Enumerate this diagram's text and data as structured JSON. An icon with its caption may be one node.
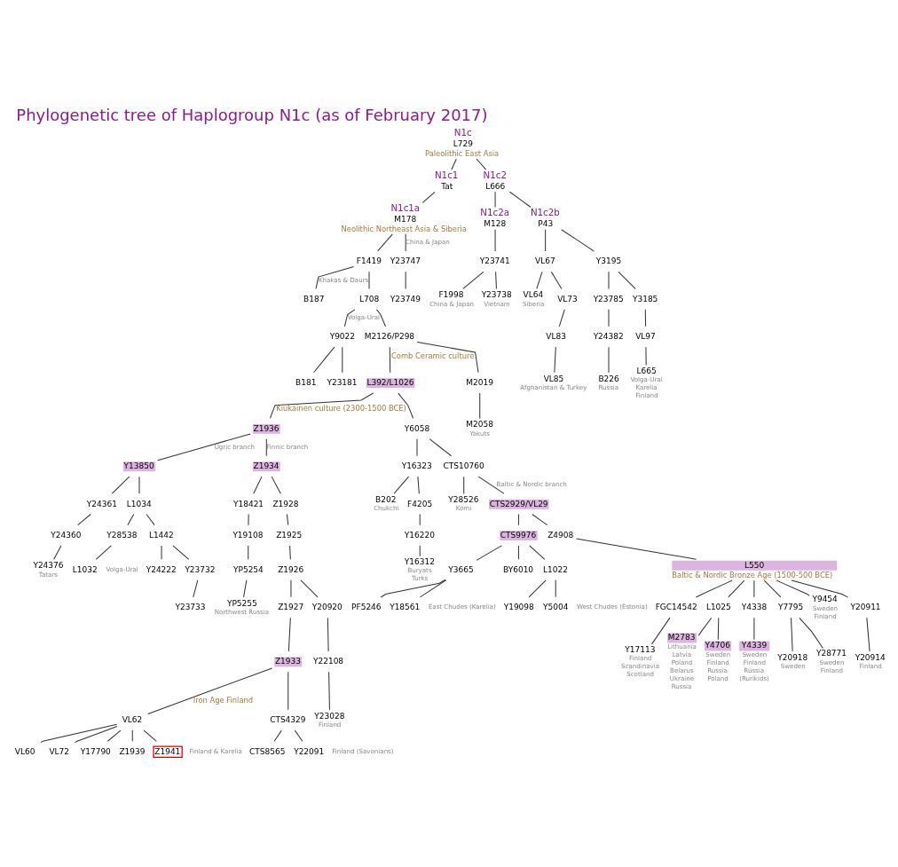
{
  "diagram": {
    "title": "Phylogenetic tree of Haplogroup N1c (as of February 2017)",
    "nodes": [
      {
        "text": [
          "N1c",
          "L729"
        ],
        "beside": [
          "Paleolithic East Asia"
        ]
      },
      {
        "text": [
          "N1c1",
          "Tat"
        ]
      },
      {
        "text": [
          "N1c2",
          "L666"
        ]
      },
      {
        "text": [
          "N1c1a",
          "M178"
        ],
        "beside": [
          "Neolithic Northeast Asia & Siberia"
        ]
      },
      {
        "text": [
          "N1c2a",
          "M128"
        ]
      },
      {
        "text": [
          "N1c2b",
          "P43"
        ]
      },
      {
        "text": [
          "F1419"
        ]
      },
      {
        "text": [
          "Y23747"
        ]
      },
      {
        "text": [
          "Y23741"
        ]
      },
      {
        "text": [
          "VL67"
        ]
      },
      {
        "text": [
          "Y3195"
        ]
      },
      {
        "text": [
          "B187"
        ]
      },
      {
        "text": [
          "L708"
        ]
      },
      {
        "text": [
          "Y23749"
        ]
      },
      {
        "text": [
          "F1998"
        ],
        "beside": [
          "China & Japan"
        ]
      },
      {
        "text": [
          "Y23738"
        ],
        "beside": [
          "Vietnam"
        ]
      },
      {
        "text": [
          "VL64"
        ],
        "beside": [
          "Siberia"
        ]
      },
      {
        "text": [
          "VL73"
        ]
      },
      {
        "text": [
          "Y23785"
        ]
      },
      {
        "text": [
          "Y3185"
        ]
      },
      {
        "text": [
          "Y9022"
        ]
      },
      {
        "text": [
          "M2126/P298"
        ]
      },
      {
        "text": [
          "VL83"
        ]
      },
      {
        "text": [
          "Y24382"
        ]
      },
      {
        "text": [
          "VL97"
        ]
      },
      {
        "text": [
          "B181"
        ]
      },
      {
        "text": [
          "Y23181"
        ]
      },
      {
        "text": [
          "L392/L1026"
        ]
      },
      {
        "text": [
          "M2019"
        ]
      },
      {
        "text": [
          "VL85"
        ],
        "beside": [
          "Afghanistan & Turkey"
        ]
      },
      {
        "text": [
          "B226"
        ],
        "beside": [
          "Russia"
        ]
      },
      {
        "text": [
          "L665"
        ],
        "beside": [
          "Volga-Ural",
          "Karelia",
          "Finland"
        ]
      },
      {
        "text": [
          "Z1936"
        ]
      },
      {
        "text": [
          "Y6058"
        ]
      },
      {
        "text": [
          "M2058"
        ],
        "beside": [
          "Yakuts"
        ]
      },
      {
        "text": [
          "Y13850"
        ]
      },
      {
        "text": [
          "Z1934"
        ]
      },
      {
        "text": [
          "Y16323"
        ]
      },
      {
        "text": [
          "CTS10760"
        ]
      },
      {
        "text": [
          "Y24361"
        ]
      },
      {
        "text": [
          "L1034"
        ]
      },
      {
        "text": [
          "Y18421"
        ]
      },
      {
        "text": [
          "Z1928"
        ]
      },
      {
        "text": [
          "B202"
        ],
        "beside": [
          "Chukchi"
        ]
      },
      {
        "text": [
          "F4205"
        ]
      },
      {
        "text": [
          "Y28526"
        ],
        "beside": [
          "Komi"
        ]
      },
      {
        "text": [
          "CTS2929/VL29"
        ]
      },
      {
        "text": [
          "Y24360"
        ]
      },
      {
        "text": [
          "Y28538"
        ]
      },
      {
        "text": [
          "L1442"
        ]
      },
      {
        "text": [
          "Y19108"
        ]
      },
      {
        "text": [
          "Z1925"
        ]
      },
      {
        "text": [
          "Y16220"
        ]
      },
      {
        "text": [
          "CTS9976"
        ]
      },
      {
        "text": [
          "Z4908"
        ]
      },
      {
        "text": [
          "Y24376"
        ],
        "beside": [
          "Tatars"
        ]
      },
      {
        "text": [
          "L1032"
        ]
      },
      {
        "text": [
          "Y24222"
        ]
      },
      {
        "text": [
          "Y23732"
        ]
      },
      {
        "text": [
          "YP5254"
        ]
      },
      {
        "text": [
          "Z1926"
        ]
      },
      {
        "text": [
          "Y16312"
        ],
        "beside": [
          "Buryats",
          "Turks"
        ]
      },
      {
        "text": [
          "Y3665"
        ]
      },
      {
        "text": [
          "BY6010"
        ]
      },
      {
        "text": [
          "L1022"
        ]
      },
      {
        "text": [
          "L550"
        ],
        "beside": [
          "Baltic & Nordic Bronze Age (1500-500 BCE)"
        ]
      },
      {
        "text": [
          "Y23733"
        ]
      },
      {
        "text": [
          "YP5255"
        ],
        "beside": [
          "Northwest Russia"
        ]
      },
      {
        "text": [
          "Z1927"
        ]
      },
      {
        "text": [
          "Y20920"
        ]
      },
      {
        "text": [
          "PF5246"
        ]
      },
      {
        "text": [
          "Y18561"
        ]
      },
      {
        "text": [
          "Y19098"
        ]
      },
      {
        "text": [
          "Y5004"
        ]
      },
      {
        "text": [
          "FGC14542"
        ]
      },
      {
        "text": [
          "L1025"
        ]
      },
      {
        "text": [
          "Y4338"
        ]
      },
      {
        "text": [
          "Y7795"
        ]
      },
      {
        "text": [
          "Y9454"
        ],
        "beside": [
          "Sweden",
          "Finland"
        ]
      },
      {
        "text": [
          "Y20911"
        ]
      },
      {
        "text": [
          "Z1933"
        ]
      },
      {
        "text": [
          "Y22108"
        ]
      },
      {
        "text": [
          "Y17113"
        ],
        "beside": [
          "Finland",
          "Scandinavia",
          "Scotland"
        ]
      },
      {
        "text": [
          "M2783"
        ],
        "beside": [
          "Lithuania",
          "Latvia",
          "Poland",
          "Belarus",
          "Ukraine",
          "Russia"
        ]
      },
      {
        "text": [
          "Y4706"
        ],
        "beside": [
          "Sweden",
          "Finland",
          "Russia",
          "Poland"
        ]
      },
      {
        "text": [
          "Y4339"
        ],
        "beside": [
          "Sweden",
          "Finland",
          "Russia",
          "(Rurikids)"
        ]
      },
      {
        "text": [
          "Y20918"
        ],
        "beside": [
          "Sweden"
        ]
      },
      {
        "text": [
          "Y28771"
        ],
        "beside": [
          "Sweden",
          "Finland"
        ]
      },
      {
        "text": [
          "Y20914"
        ],
        "beside": [
          "Finland"
        ]
      },
      {
        "text": [
          "VL62"
        ]
      },
      {
        "text": [
          "CTS4329"
        ]
      },
      {
        "text": [
          "Y23028"
        ],
        "beside": [
          "Finland"
        ]
      },
      {
        "text": [
          "VL60"
        ]
      },
      {
        "text": [
          "VL72"
        ]
      },
      {
        "text": [
          "Y17790"
        ]
      },
      {
        "text": [
          "Z1939"
        ]
      },
      {
        "text": [
          "Z1941"
        ]
      },
      {
        "text": [
          "CTS8565"
        ]
      },
      {
        "text": [
          "Y22091"
        ]
      }
    ],
    "edges": [
      {
        "from": 0,
        "to": 1,
        "arrow": "none"
      },
      {
        "from": 0,
        "to": 2,
        "arrow": "none"
      },
      {
        "from": 1,
        "to": 3,
        "arrow": "none"
      },
      {
        "from": 2,
        "to": 4,
        "arrow": "none"
      },
      {
        "from": 2,
        "to": 5,
        "arrow": "none"
      },
      {
        "from": 3,
        "to": 6,
        "arrow": "none"
      },
      {
        "from": 3,
        "to": 7,
        "arrow": "none",
        "label": "China & Japan"
      },
      {
        "from": 4,
        "to": 8,
        "arrow": "none"
      },
      {
        "from": 5,
        "to": 9,
        "arrow": "none"
      },
      {
        "from": 5,
        "to": 10,
        "arrow": "none"
      },
      {
        "from": 6,
        "to": 11,
        "arrow": "none",
        "label": "Khakas & Daurs"
      },
      {
        "from": 6,
        "to": 12,
        "arrow": "none"
      },
      {
        "from": 7,
        "to": 13,
        "arrow": "none"
      },
      {
        "from": 8,
        "to": 14,
        "arrow": "none"
      },
      {
        "from": 8,
        "to": 15,
        "arrow": "none"
      },
      {
        "from": 9,
        "to": 16,
        "arrow": "none"
      },
      {
        "from": 9,
        "to": 17,
        "arrow": "none"
      },
      {
        "from": 10,
        "to": 18,
        "arrow": "none"
      },
      {
        "from": 10,
        "to": 19,
        "arrow": "none"
      },
      {
        "from": 12,
        "to": 20,
        "arrow": "none",
        "label": "Volga-Ural"
      },
      {
        "from": 12,
        "to": 21,
        "arrow": "none"
      },
      {
        "from": 17,
        "to": 22,
        "arrow": "none"
      },
      {
        "from": 18,
        "to": 23,
        "arrow": "none"
      },
      {
        "from": 19,
        "to": 24,
        "arrow": "none"
      },
      {
        "from": 20,
        "to": 25,
        "arrow": "none"
      },
      {
        "from": 20,
        "to": 26,
        "arrow": "none"
      },
      {
        "from": 21,
        "to": 27,
        "arrow": "none",
        "label": "Comb Ceramic culture"
      },
      {
        "from": 21,
        "to": 28,
        "arrow": "none"
      },
      {
        "from": 22,
        "to": 29,
        "arrow": "none"
      },
      {
        "from": 23,
        "to": 30,
        "arrow": "none"
      },
      {
        "from": 24,
        "to": 31,
        "arrow": "none"
      },
      {
        "from": 27,
        "to": 32,
        "arrow": "none",
        "label": "Kiukainen culture (2300-1500 BCE)"
      },
      {
        "from": 27,
        "to": 33,
        "arrow": "none"
      },
      {
        "from": 28,
        "to": 34,
        "arrow": "none"
      },
      {
        "from": 32,
        "to": 35,
        "arrow": "none",
        "label": "Ugric branch"
      },
      {
        "from": 32,
        "to": 36,
        "arrow": "none",
        "label": "Finnic branch"
      },
      {
        "from": 33,
        "to": 37,
        "arrow": "none"
      },
      {
        "from": 33,
        "to": 38,
        "arrow": "none"
      },
      {
        "from": 35,
        "to": 39,
        "arrow": "none"
      },
      {
        "from": 35,
        "to": 40,
        "arrow": "none"
      },
      {
        "from": 36,
        "to": 41,
        "arrow": "none"
      },
      {
        "from": 36,
        "to": 42,
        "arrow": "none"
      },
      {
        "from": 37,
        "to": 43,
        "arrow": "none"
      },
      {
        "from": 37,
        "to": 44,
        "arrow": "none"
      },
      {
        "from": 38,
        "to": 45,
        "arrow": "none"
      },
      {
        "from": 38,
        "to": 46,
        "arrow": "none",
        "label": "Baltic & Nordic branch"
      },
      {
        "from": 39,
        "to": 47,
        "arrow": "none"
      },
      {
        "from": 40,
        "to": 48,
        "arrow": "none"
      },
      {
        "from": 40,
        "to": 49,
        "arrow": "none"
      },
      {
        "from": 41,
        "to": 50,
        "arrow": "none"
      },
      {
        "from": 42,
        "to": 51,
        "arrow": "none"
      },
      {
        "from": 44,
        "to": 52,
        "arrow": "none"
      },
      {
        "from": 46,
        "to": 53,
        "arrow": "none"
      },
      {
        "from": 46,
        "to": 54,
        "arrow": "none"
      },
      {
        "from": 47,
        "to": 55,
        "arrow": "none"
      },
      {
        "from": 48,
        "to": 56,
        "arrow": "none"
      },
      {
        "from": 49,
        "to": 57,
        "arrow": "none"
      },
      {
        "from": 49,
        "to": 58,
        "arrow": "none"
      },
      {
        "from": 50,
        "to": 59,
        "arrow": "none"
      },
      {
        "from": 51,
        "to": 60,
        "arrow": "none"
      },
      {
        "from": 52,
        "to": 61,
        "arrow": "none"
      },
      {
        "from": 53,
        "to": 62,
        "arrow": "none"
      },
      {
        "from": 53,
        "to": 63,
        "arrow": "none"
      },
      {
        "from": 53,
        "to": 64,
        "arrow": "none"
      },
      {
        "from": 54,
        "to": 65,
        "arrow": "none"
      },
      {
        "from": 58,
        "to": 66,
        "arrow": "none"
      },
      {
        "from": 59,
        "to": 67,
        "arrow": "none"
      },
      {
        "from": 60,
        "to": 68,
        "arrow": "none"
      },
      {
        "from": 60,
        "to": 69,
        "arrow": "none"
      },
      {
        "from": 62,
        "to": 70,
        "arrow": "none"
      },
      {
        "from": 62,
        "to": 71,
        "arrow": "none"
      },
      {
        "from": 64,
        "to": 72,
        "arrow": "none"
      },
      {
        "from": 64,
        "to": 73,
        "arrow": "none"
      },
      {
        "from": 65,
        "to": 74,
        "arrow": "none"
      },
      {
        "from": 65,
        "to": 75,
        "arrow": "none"
      },
      {
        "from": 65,
        "to": 76,
        "arrow": "none"
      },
      {
        "from": 65,
        "to": 77,
        "arrow": "none"
      },
      {
        "from": 65,
        "to": 78,
        "arrow": "none"
      },
      {
        "from": 65,
        "to": 79,
        "arrow": "none"
      },
      {
        "from": 68,
        "to": 80,
        "arrow": "none"
      },
      {
        "from": 69,
        "to": 81,
        "arrow": "none"
      },
      {
        "from": 74,
        "to": 82,
        "arrow": "none"
      },
      {
        "from": 75,
        "to": 83,
        "arrow": "none"
      },
      {
        "from": 75,
        "to": 84,
        "arrow": "none"
      },
      {
        "from": 76,
        "to": 85,
        "arrow": "none"
      },
      {
        "from": 77,
        "to": 86,
        "arrow": "none"
      },
      {
        "from": 77,
        "to": 87,
        "arrow": "none"
      },
      {
        "from": 79,
        "to": 88,
        "arrow": "none"
      },
      {
        "from": 80,
        "to": 89,
        "arrow": "none",
        "label": "Iron Age Finland"
      },
      {
        "from": 80,
        "to": 90,
        "arrow": "none"
      },
      {
        "from": 81,
        "to": 91,
        "arrow": "none"
      },
      {
        "from": 89,
        "to": 92,
        "arrow": "none"
      },
      {
        "from": 89,
        "to": 93,
        "arrow": "none"
      },
      {
        "from": 89,
        "to": 94,
        "arrow": "none"
      },
      {
        "from": 89,
        "to": 95,
        "arrow": "none"
      },
      {
        "from": 89,
        "to": 96,
        "arrow": "none"
      },
      {
        "from": 90,
        "to": 97,
        "arrow": "none"
      },
      {
        "from": 90,
        "to": 98,
        "arrow": "none"
      }
    ],
    "labels": [
      "Volga-Ural",
      "East Chudes (Karelia)",
      "West Chudes (Estonia)",
      "Finland & Karelia",
      "Finland (Savonians)"
    ]
  }
}
